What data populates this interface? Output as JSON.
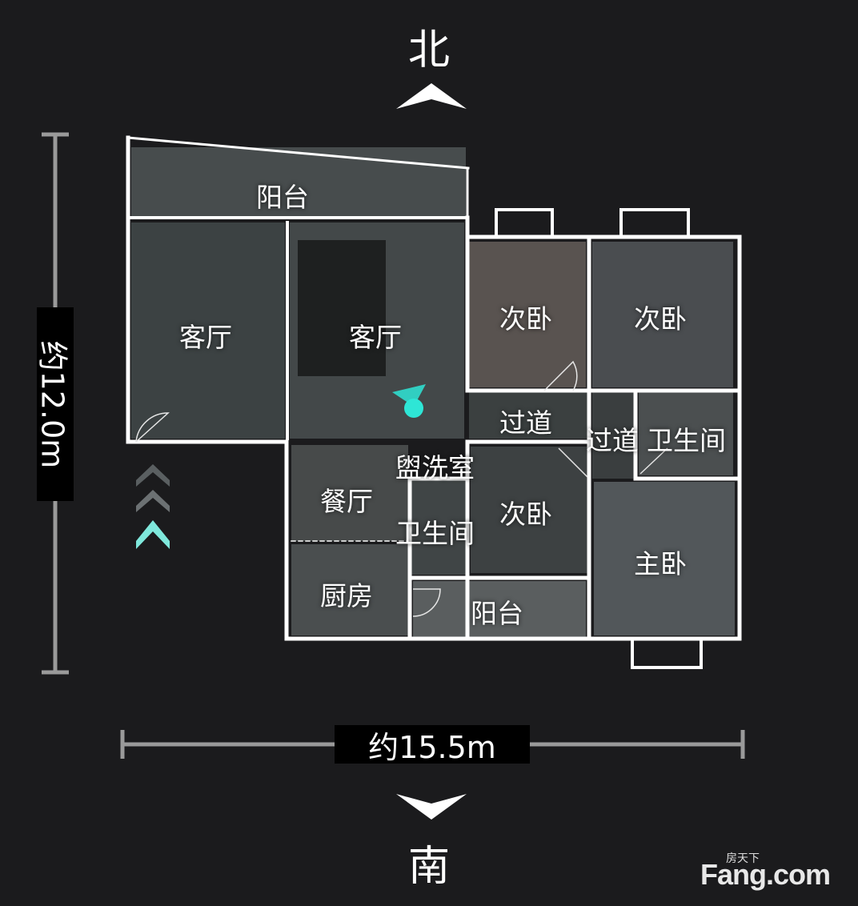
{
  "compass": {
    "north": "北",
    "south": "南"
  },
  "dimensions": {
    "width": "约15.5m",
    "height": "约12.0m"
  },
  "rooms": {
    "balcony_north": "阳台",
    "living_left": "客厅",
    "living_right": "客厅",
    "bedroom_2a": "次卧",
    "bedroom_2b": "次卧",
    "corridor_1": "过道",
    "corridor_2": "过道",
    "bathroom_east": "卫生间",
    "laundry": "盥洗室",
    "dining": "餐厅",
    "bathroom_mid": "卫生间",
    "bedroom_2c": "次卧",
    "master_bedroom": "主卧",
    "kitchen": "厨房",
    "balcony_south": "阳台"
  },
  "watermark": {
    "brand_top": "房天下",
    "brand_main": "Fang.com"
  },
  "colors": {
    "background": "#1b1b1d",
    "walls": "#ffffff",
    "room_fill": "#3a3f40",
    "accent": "#2ee6d6",
    "entry_arrow": "#7fe8dc"
  }
}
